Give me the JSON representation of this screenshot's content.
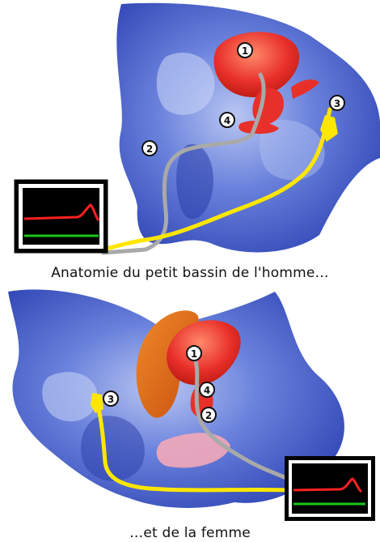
{
  "figure": {
    "captions": {
      "male": "Anatomie du petit bassin de l'homme…",
      "female": "…et de la femme"
    },
    "markers": {
      "male": [
        "1",
        "2",
        "3",
        "4"
      ],
      "female": [
        "1",
        "2",
        "3",
        "4"
      ]
    },
    "colors": {
      "tissue_blue": "#3f5bc9",
      "tissue_light": "#9fb0ea",
      "organ_red": "#e8302a",
      "uterus_orange": "#e66a1c",
      "catheter_yellow": "#ffe600",
      "catheter_gray": "#a9a9a9",
      "monitor_red": "#ff2020",
      "monitor_green": "#19c419"
    }
  }
}
